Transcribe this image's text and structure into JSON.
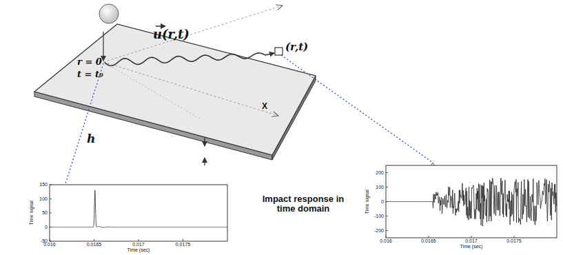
{
  "diagram": {
    "labels": [
      "u(r,t)",
      "(r,t)",
      "r = 0",
      "t = t₀",
      "X",
      "h",
      "Impact response in time domain",
      "150",
      "100",
      "50",
      "0",
      "-50",
      "0.016",
      "0.0165",
      "0.017",
      "0.0175",
      "Time signal",
      "Time (sec)",
      "200",
      "100",
      "0",
      "-100",
      "-200",
      "0.016",
      "0.0165",
      "0.017",
      "0.0175",
      "Time signal",
      "Time (sec)"
    ]
  }
}
